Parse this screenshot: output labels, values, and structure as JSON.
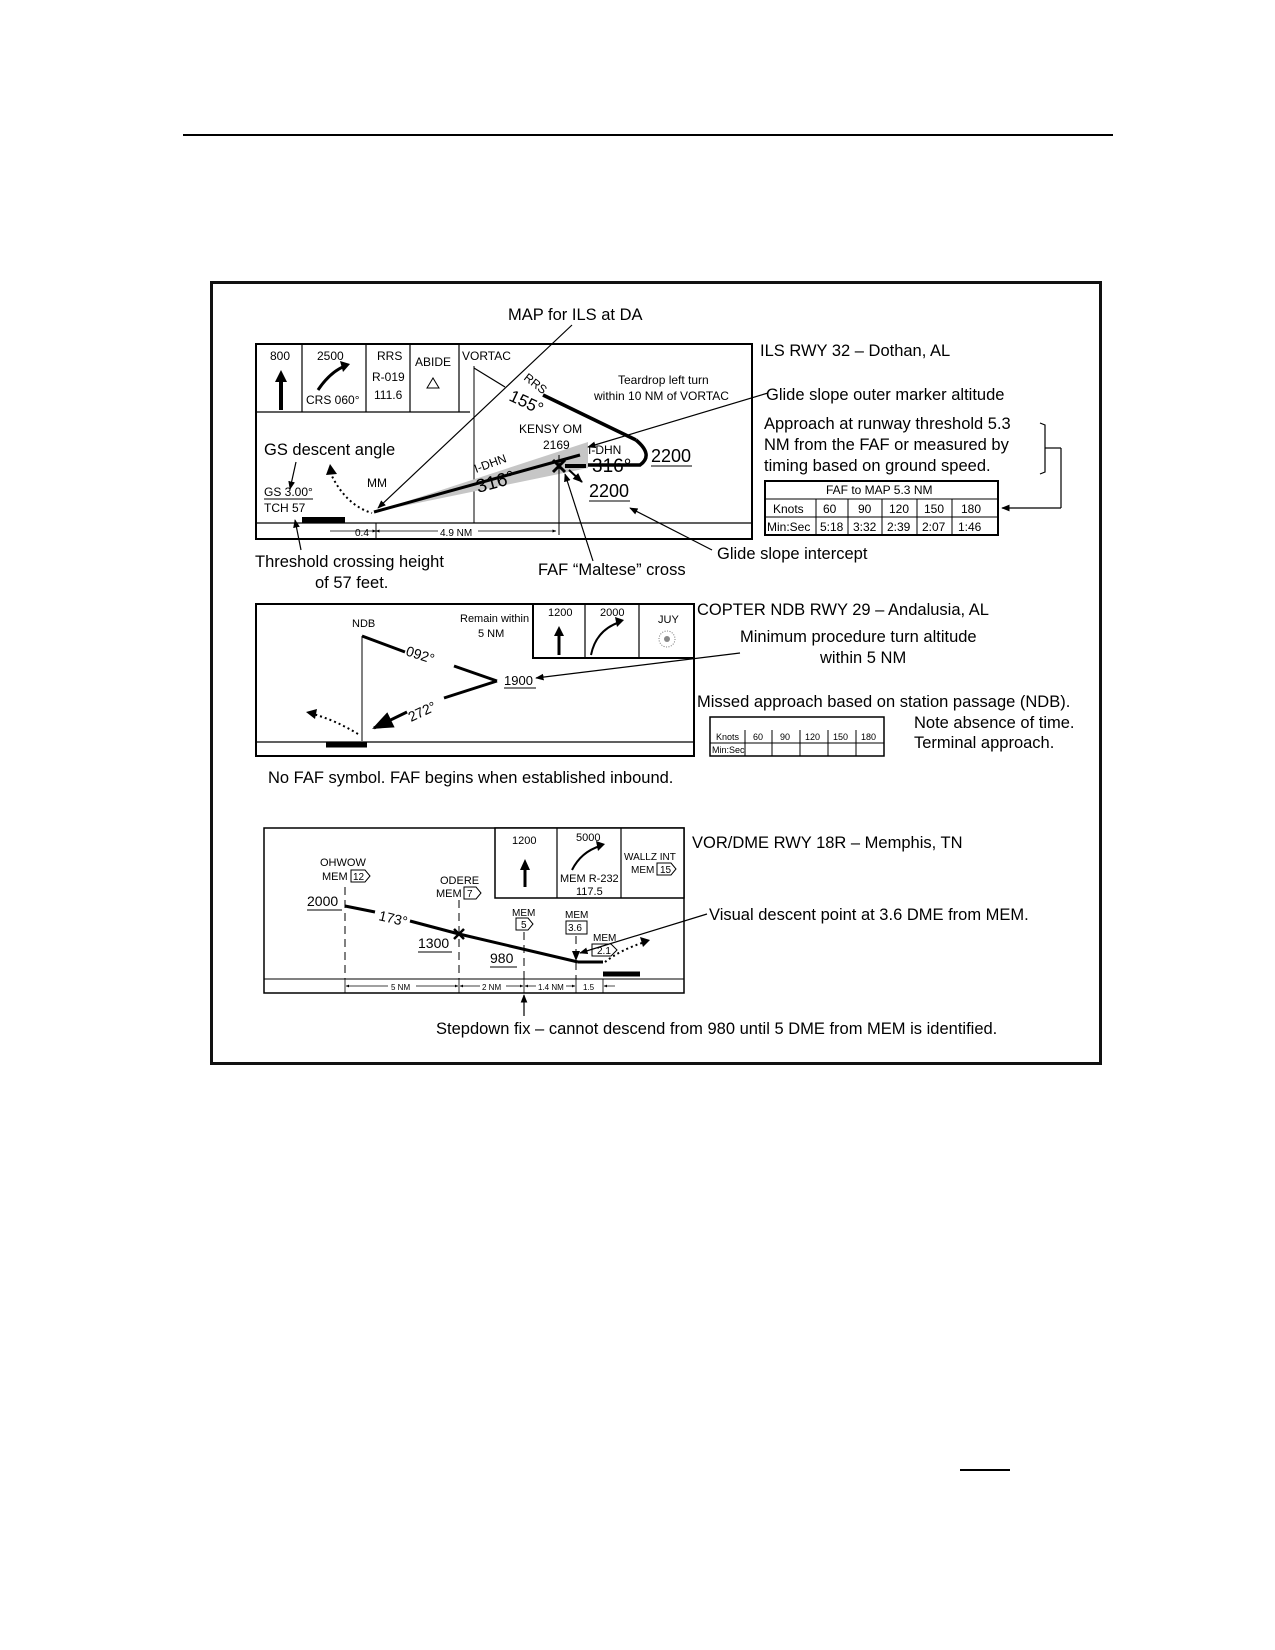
{
  "chart1": {
    "header": {
      "minimums": "800",
      "missed_alt": "2500",
      "course": "CRS 060°",
      "navaid": "RRS",
      "radial": "R-019",
      "freq": "111.6",
      "hold": "ABIDE",
      "vortac": "VORTAC"
    },
    "rrs_label": "RRS",
    "rrs_course": "155°",
    "teardrop": [
      "Teardrop left turn",
      "within 10 NM of VORTAC"
    ],
    "kensy": "KENSY OM",
    "kensy_alt": "2169",
    "idhn_a": "I-DHN",
    "crs_a": "316°",
    "idhn_b": "I-DHN",
    "crs_b": "316°",
    "alt_2200_a": "2200",
    "alt_2200_b": "2200",
    "mm": "MM",
    "gs": "GS 3.00°",
    "tch": "TCH 57",
    "dist_a": "0.4",
    "dist_b": "4.9 NM",
    "timing": {
      "title": "FAF to MAP 5.3 NM",
      "row1": [
        "Knots",
        "60",
        "90",
        "120",
        "150",
        "180"
      ],
      "row2": [
        "Min:Sec",
        "5:18",
        "3:32",
        "2:39",
        "2:07",
        "1:46"
      ]
    }
  },
  "callouts1": {
    "map_ils": "MAP for ILS at DA",
    "title": "ILS RWY 32 – Dothan, AL",
    "gs_om": "Glide slope outer marker altitude",
    "approach": [
      "Approach at runway threshold 5.3",
      "NM from the FAF or measured by",
      "timing based on ground speed."
    ],
    "gs_angle": "GS descent angle",
    "tch_line1": "Threshold crossing height",
    "tch_line2": "of 57 feet.",
    "faf": "FAF “Maltese” cross",
    "gs_intercept": "Glide slope intercept"
  },
  "chart2": {
    "ndb": "NDB",
    "remain": [
      "Remain within",
      "5 NM"
    ],
    "c_092": "092°",
    "c_272": "272°",
    "alt_1900": "1900",
    "hdr_1200": "1200",
    "hdr_2000": "2000",
    "juy": "JUY",
    "timing_row1": [
      "Knots",
      "60",
      "90",
      "120",
      "150",
      "180"
    ],
    "timing_row2": [
      "Min:Sec",
      "",
      "",
      "",
      "",
      ""
    ]
  },
  "callouts2": {
    "title": "COPTER NDB RWY 29 – Andalusia, AL",
    "min_pt": "Minimum procedure turn altitude",
    "within": "within 5 NM",
    "missed": "Missed approach based on station passage (NDB).",
    "absence": "Note absence of time.",
    "terminal": "Terminal approach.",
    "no_faf": "No FAF symbol. FAF begins when established inbound."
  },
  "chart3": {
    "hdr_1200": "1200",
    "hdr_5000": "5000",
    "mem_radial": "MEM R-232",
    "mem_freq": "117.5",
    "wallz": "WALLZ INT",
    "wallz_mem": "MEM",
    "wallz_dme": "15",
    "ohwow": "OHWOW",
    "ohwow_mem": "MEM",
    "ohwow_dme": "12",
    "odere": "ODERE",
    "odere_mem": "MEM",
    "odere_dme": "7",
    "mem5": "MEM",
    "mem5_dme": "5",
    "mem36": "MEM",
    "mem36_dme": "3.6",
    "mem21": "MEM",
    "mem21_dme": "2.1",
    "alt_2000": "2000",
    "crs_173": "173°",
    "alt_1300": "1300",
    "alt_980": "980",
    "d5": "5 NM",
    "d2": "2 NM",
    "d14": "1.4 NM",
    "d15": "1.5"
  },
  "callouts3": {
    "title": "VOR/DME RWY 18R – Memphis, TN",
    "vdp": "Visual descent point at 3.6 DME from MEM.",
    "stepdown": "Stepdown fix – cannot descend from 980 until 5 DME from MEM is identified."
  }
}
